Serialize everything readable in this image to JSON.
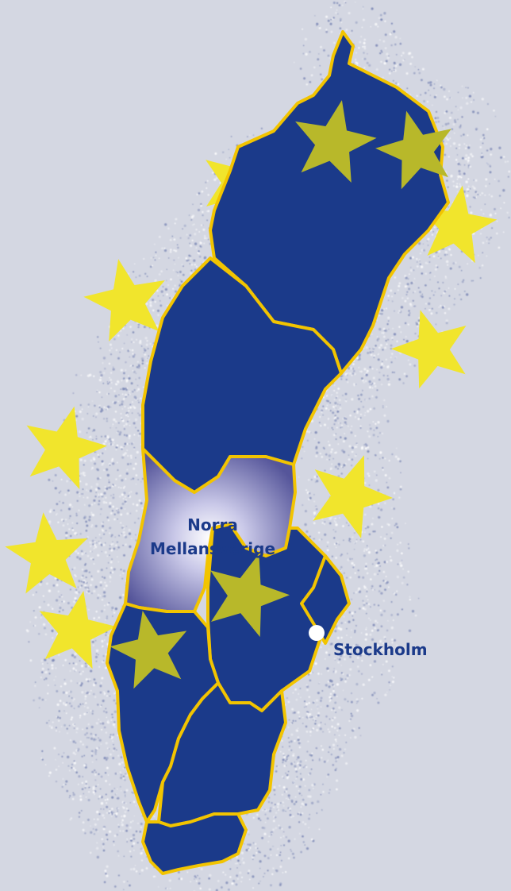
{
  "map": {
    "highlighted_region": {
      "line1": "Norra",
      "line2": "Mellansverige"
    },
    "city": {
      "name": "Stockholm"
    }
  },
  "colors": {
    "background": "#d4d7e2",
    "region_fill": "#1b3a8a",
    "region_border": "#f2c400",
    "highlight_center": "#ffffff",
    "highlight_edge": "#5a5a9e",
    "star_fill": "#f1e52c",
    "star_on_region": "#b8b82a",
    "label_color": "#1b3a8a",
    "city_dot": "#ffffff",
    "noise_dots": "#7a86b4"
  },
  "icons": {
    "stars": "eu-star-icon",
    "city_marker": "city-dot-icon"
  }
}
